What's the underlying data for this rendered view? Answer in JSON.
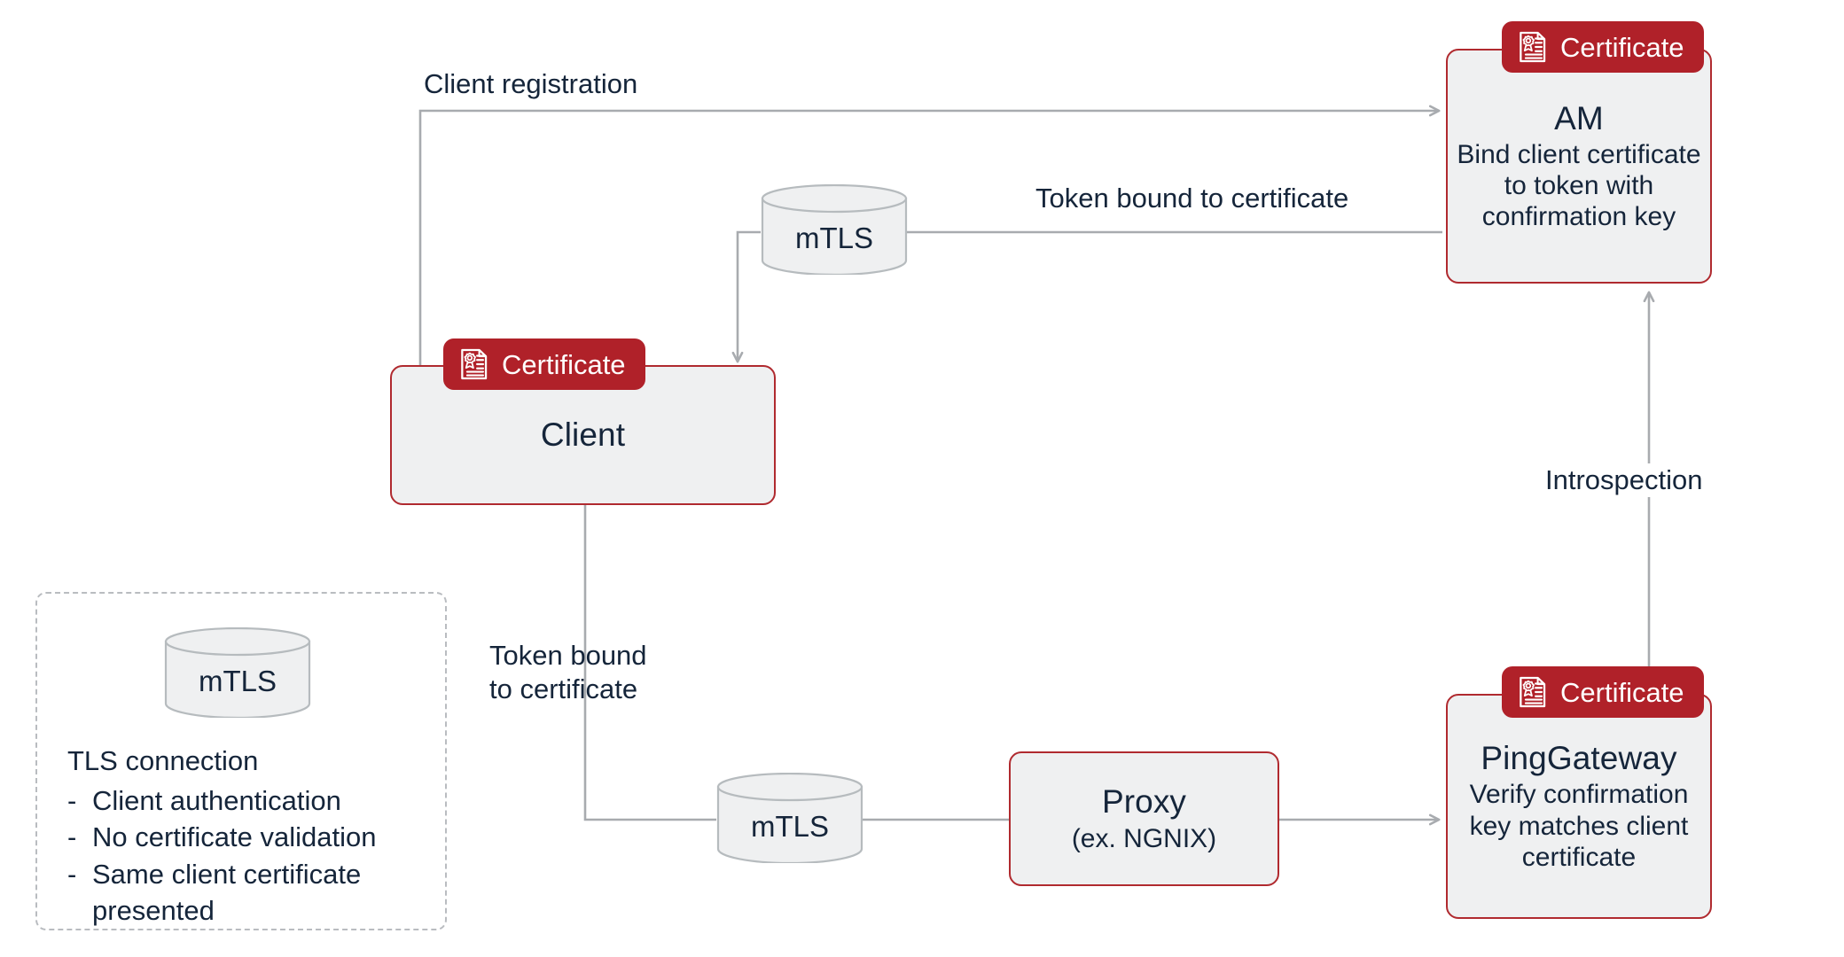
{
  "diagram": {
    "title_semantic": "mTLS certificate-bound token flow",
    "colors": {
      "brand_red": "#b02129",
      "node_border": "#b02a2f",
      "node_fill": "#eff0f1",
      "text": "#15253a",
      "wire": "#a8abaf",
      "legend_border": "#b9bcc0",
      "cylinder_fill": "#eff0f1",
      "cylinder_stroke": "#b6bbbe"
    },
    "badge_label": "Certificate",
    "badge_icon": "certificate-document-seal-icon"
  },
  "nodes": {
    "am": {
      "title": "AM",
      "subtitle": "Bind client certificate to token with confirmation key",
      "badge": "Certificate"
    },
    "client": {
      "title": "Client",
      "subtitle": "",
      "badge": "Certificate"
    },
    "proxy": {
      "title": "Proxy",
      "subtitle": "(ex. NGNIX)"
    },
    "pinggateway": {
      "title": "PingGateway",
      "subtitle": "Verify confirmation key matches client certificate",
      "badge": "Certificate"
    }
  },
  "cylinders": {
    "top": {
      "label": "mTLS"
    },
    "bottom": {
      "label": "mTLS"
    },
    "legend": {
      "label": "mTLS"
    }
  },
  "edge_labels": {
    "client_registration": "Client registration",
    "token_bound_to_certificate_top": "Token bound to certificate",
    "token_bound_to_certificate_left_line1": "Token bound",
    "token_bound_to_certificate_left_line2": "to certificate",
    "introspection": "Introspection"
  },
  "legend": {
    "cylinder_label": "mTLS",
    "heading": "TLS connection",
    "dash": "-",
    "items": [
      "Client authentication",
      "No certificate validation",
      "Same client certificate presented"
    ]
  }
}
